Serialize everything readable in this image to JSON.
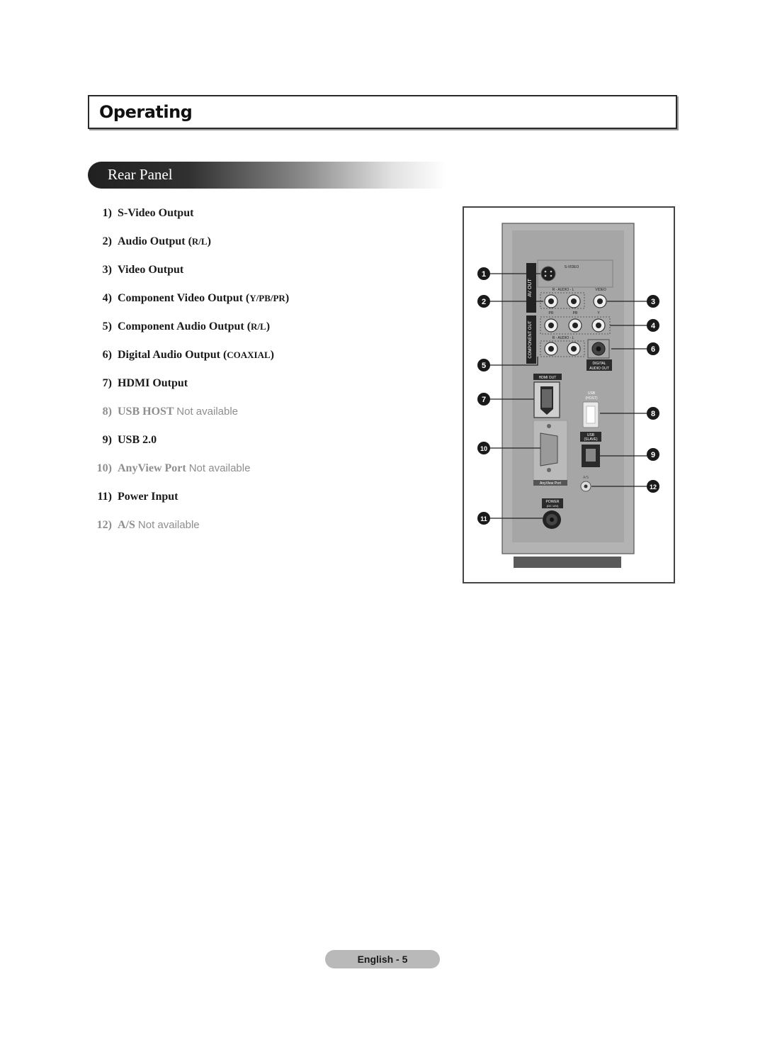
{
  "header": {
    "title": "Operating"
  },
  "section": {
    "title": "Rear Panel"
  },
  "items": [
    {
      "number": "1)",
      "label": "S-Video Output",
      "suffix": "",
      "note": ""
    },
    {
      "number": "2)",
      "label": "Audio Output",
      "suffix": "R/L",
      "note": ""
    },
    {
      "number": "3)",
      "label": "Video Output",
      "suffix": "",
      "note": ""
    },
    {
      "number": "4)",
      "label": "Component Video Output",
      "suffix": "Y/PB/PR",
      "note": ""
    },
    {
      "number": "5)",
      "label": "Component Audio Output",
      "suffix": "R/L",
      "note": ""
    },
    {
      "number": "6)",
      "label": "Digital Audio Output",
      "suffix": "COAXIAL",
      "note": ""
    },
    {
      "number": "7)",
      "label": "HDMI Output",
      "suffix": "",
      "note": ""
    },
    {
      "number": "8)",
      "label": "USB HOST",
      "suffix": "",
      "note": "Not available"
    },
    {
      "number": "9)",
      "label": "USB 2.0",
      "suffix": "",
      "note": ""
    },
    {
      "number": "10)",
      "label": "AnyView Port",
      "suffix": "",
      "note": "Not available"
    },
    {
      "number": "11)",
      "label": "Power Input",
      "suffix": "",
      "note": ""
    },
    {
      "number": "12)",
      "label": "A/S",
      "suffix": "",
      "note": "Not available"
    }
  ],
  "diagram": {
    "labels": {
      "svideo": "S-VIDEO",
      "av_out": "AV OUT",
      "audio_top": "R - AUDIO - L",
      "video": "VIDEO",
      "component_out": "COMPONENT OUT",
      "comp_pr": "PR",
      "comp_pb": "PB",
      "comp_y": "Y",
      "audio_bottom": "R - AUDIO - L",
      "digital_line1": "DIGITAL",
      "digital_line2": "AUDIO OUT",
      "hdmi_out": "HDMI OUT",
      "usb_host_line1": "USB",
      "usb_host_line2": "(HOST)",
      "usb_slave_line1": "USB",
      "usb_slave_line2": "(SLAVE)",
      "anyview_port": "AnyView Port",
      "as": "A/S",
      "power_line1": "POWER",
      "power_line2": "(DC 14V)"
    },
    "callouts": [
      "1",
      "2",
      "3",
      "4",
      "5",
      "6",
      "7",
      "8",
      "9",
      "10",
      "11",
      "12"
    ]
  },
  "footer": {
    "page_label": "English - 5"
  }
}
